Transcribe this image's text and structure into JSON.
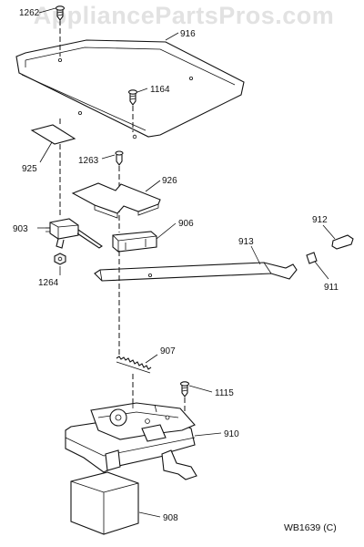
{
  "watermark": "AppliancePartsPros.com",
  "diagram_code": "WB1639 (C)",
  "parts": [
    {
      "key": "1262",
      "label": "1262"
    },
    {
      "key": "916",
      "label": "916"
    },
    {
      "key": "1164",
      "label": "1164"
    },
    {
      "key": "925",
      "label": "925"
    },
    {
      "key": "1263",
      "label": "1263"
    },
    {
      "key": "926",
      "label": "926"
    },
    {
      "key": "903",
      "label": "903"
    },
    {
      "key": "906",
      "label": "906"
    },
    {
      "key": "912",
      "label": "912"
    },
    {
      "key": "913",
      "label": "913"
    },
    {
      "key": "911",
      "label": "911"
    },
    {
      "key": "1264",
      "label": "1264"
    },
    {
      "key": "907",
      "label": "907"
    },
    {
      "key": "1115",
      "label": "1115"
    },
    {
      "key": "910",
      "label": "910"
    },
    {
      "key": "908",
      "label": "908"
    }
  ]
}
